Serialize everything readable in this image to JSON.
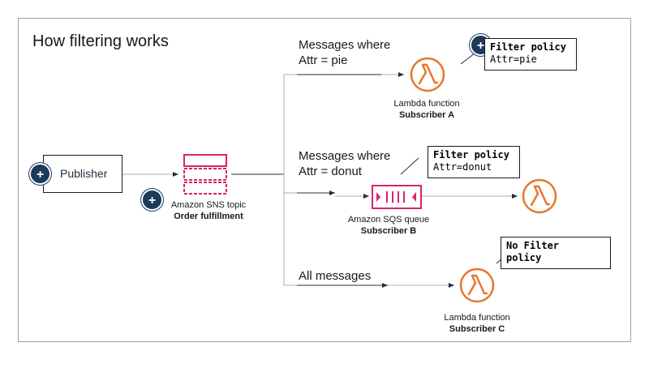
{
  "title": "How filtering works",
  "publisher": {
    "label": "Publisher"
  },
  "sns": {
    "name": "Amazon SNS topic",
    "subtitle": "Order fulfillment"
  },
  "routes": {
    "pie": {
      "line1": "Messages where",
      "line2": "Attr = pie"
    },
    "donut": {
      "line1": "Messages where",
      "line2": "Attr = donut"
    },
    "all": {
      "label": "All messages"
    }
  },
  "subscriber_a": {
    "name": "Lambda function",
    "subtitle": "Subscriber A"
  },
  "subscriber_b": {
    "name": "Amazon SQS queue",
    "subtitle": "Subscriber B"
  },
  "subscriber_c": {
    "name": "Lambda function",
    "subtitle": "Subscriber C"
  },
  "policies": {
    "a": {
      "heading": "Filter policy",
      "value": "Attr=pie"
    },
    "b": {
      "heading": "Filter policy",
      "value": "Attr=donut"
    },
    "c": {
      "line1": "No Filter",
      "line2": "policy"
    }
  },
  "badges": {
    "plus_symbol": "+"
  },
  "colors": {
    "lambda": "#e8772e",
    "sqs": "#d6246e",
    "sns": "#d6246e",
    "badge": "#1b3a5c"
  },
  "icons": [
    "lambda-icon",
    "sqs-queue-icon",
    "sns-topic-icon",
    "plus-icon"
  ]
}
